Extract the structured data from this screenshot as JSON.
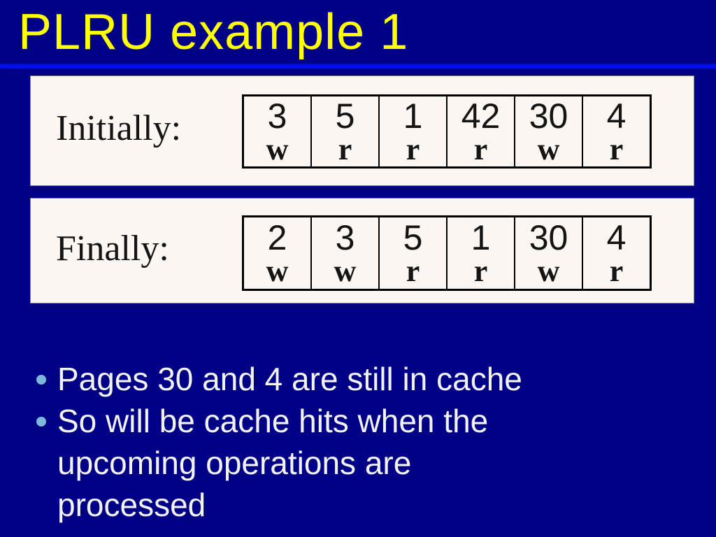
{
  "slide_title": "PLRU example 1",
  "states": [
    {
      "label": "Initially:",
      "cells": [
        {
          "page": "3",
          "op": "w"
        },
        {
          "page": "5",
          "op": "r"
        },
        {
          "page": "1",
          "op": "r"
        },
        {
          "page": "42",
          "op": "r"
        },
        {
          "page": "30",
          "op": "w"
        },
        {
          "page": "4",
          "op": "r"
        }
      ]
    },
    {
      "label": "Finally:",
      "cells": [
        {
          "page": "2",
          "op": "w"
        },
        {
          "page": "3",
          "op": "w"
        },
        {
          "page": "5",
          "op": "r"
        },
        {
          "page": "1",
          "op": "r"
        },
        {
          "page": "30",
          "op": "w"
        },
        {
          "page": "4",
          "op": "r"
        }
      ]
    }
  ],
  "bullets": [
    "Pages 30 and 4 are still in cache",
    "So will be cache hits when the upcoming operations are processed"
  ],
  "colors": {
    "background": "#000087",
    "title_text": "#FFFF00",
    "title_rule": "#0010EE",
    "panel_background": "#FBF6F2",
    "cell_text": "#141414",
    "bullet_dot": "#7DB8DA",
    "body_text": "#F2F2F2"
  }
}
